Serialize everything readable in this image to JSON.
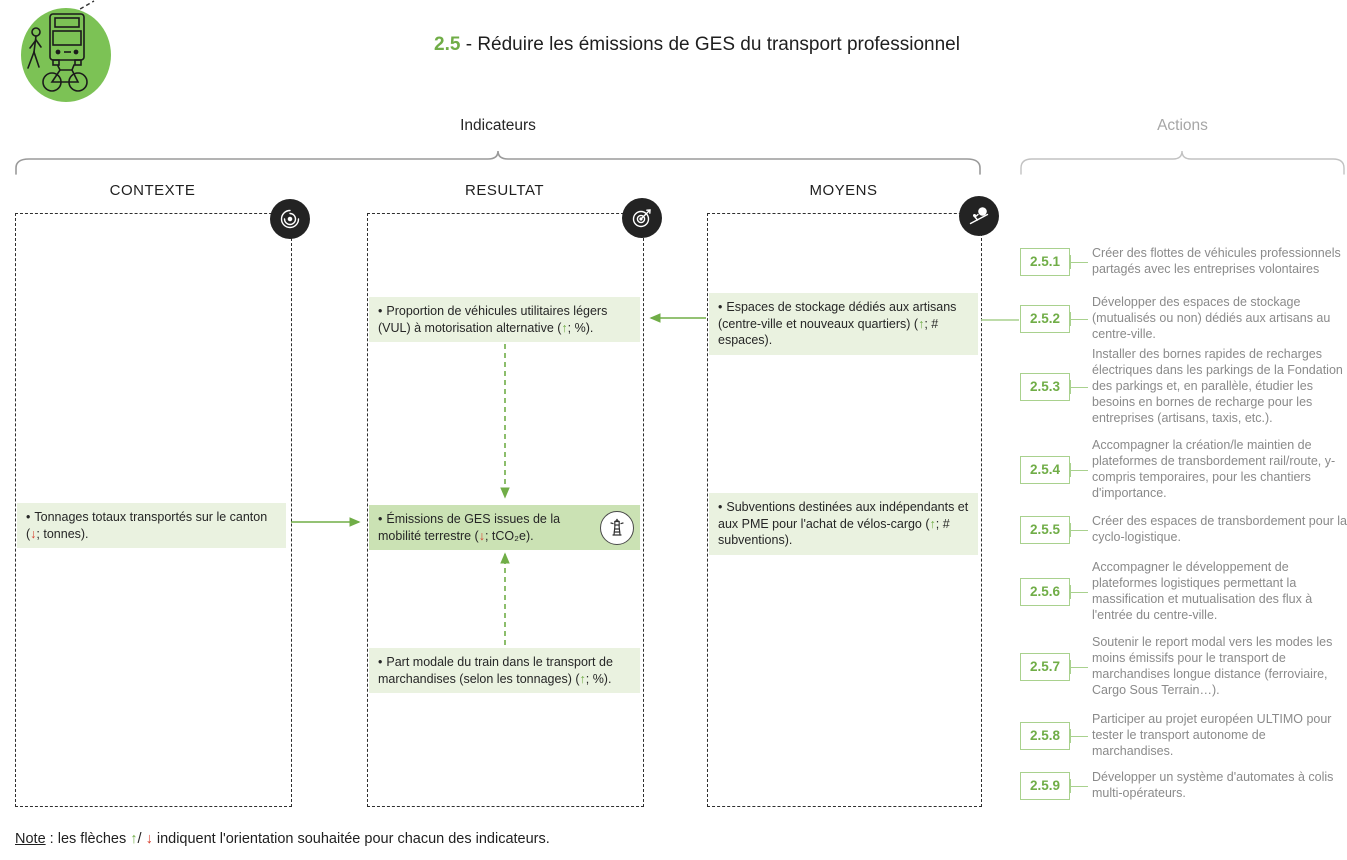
{
  "header": {
    "badge": "2.5",
    "dash": " - ",
    "title": "Réduire les émissions de GES du transport professionnel"
  },
  "groups": {
    "indicators": "Indicateurs",
    "actions": "Actions"
  },
  "columns": [
    {
      "key": "contexte",
      "label": "CONTEXTE",
      "icon": "radar-icon"
    },
    {
      "key": "resultat",
      "label": "RESULTAT",
      "icon": "target-icon"
    },
    {
      "key": "moyens",
      "label": "MOYENS",
      "icon": "effort-icon"
    }
  ],
  "indicators": {
    "contexte": [
      {
        "bullet": "•",
        "pre": "Tonnages totaux transportés sur le canton (",
        "glyph": "↓",
        "dir": "down",
        "post": "; tonnes)."
      }
    ],
    "resultat": [
      {
        "bullet": "•",
        "pre": "Proportion de véhicules utilitaires légers (VUL) à motorisation alternative (",
        "glyph": "↑",
        "dir": "up",
        "post": "; %)."
      },
      {
        "bullet": "•",
        "pre": "Émissions de GES issues de la mobilité terrestre (",
        "glyph": "↓",
        "dir": "down",
        "post": "; tCO₂e).",
        "flagship_icon": "lighthouse-icon"
      },
      {
        "bullet": "•",
        "pre": "Part modale du train dans le transport de marchandises (selon les tonnages) (",
        "glyph": "↑",
        "dir": "up",
        "post": "; %)."
      }
    ],
    "moyens": [
      {
        "bullet": "•",
        "pre": "Espaces de stockage dédiés aux artisans (centre-ville et nouveaux quartiers) (",
        "glyph": "↑",
        "dir": "up",
        "post": "; # espaces)."
      },
      {
        "bullet": "•",
        "pre": "Subventions destinées aux indépendants et aux PME pour l'achat de vélos-cargo (",
        "glyph": "↑",
        "dir": "up",
        "post": "; # subventions)."
      }
    ]
  },
  "actions": [
    {
      "id": "2.5.1",
      "text": "Créer des flottes de véhicules professionnels partagés avec les entreprises volontaires"
    },
    {
      "id": "2.5.2",
      "text": "Développer des espaces de stockage (mutualisés ou non) dédiés aux artisans au centre-ville."
    },
    {
      "id": "2.5.3",
      "text": "Installer des bornes rapides de recharges électriques dans les parkings de la Fondation des parkings et, en parallèle, étudier les besoins en bornes de recharge pour les entreprises (artisans, taxis, etc.)."
    },
    {
      "id": "2.5.4",
      "text": "Accompagner la création/le maintien de plateformes de transbordement rail/route, y-compris temporaires, pour les chantiers d'importance."
    },
    {
      "id": "2.5.5",
      "text": "Créer des espaces de transbordement pour la cyclo-logistique."
    },
    {
      "id": "2.5.6",
      "text": "Accompagner le développement de plateformes logistiques permettant la massification et mutualisation des flux à l'entrée du centre-ville."
    },
    {
      "id": "2.5.7",
      "text": "Soutenir le report modal vers les modes les moins émissifs pour le transport de marchandises longue distance (ferroviaire, Cargo Sous Terrain…)."
    },
    {
      "id": "2.5.8",
      "text": "Participer au projet européen ULTIMO pour tester le transport autonome de marchandises."
    },
    {
      "id": "2.5.9",
      "text": "Développer un système d'automates à colis multi-opérateurs."
    }
  ],
  "note": {
    "label": "Note",
    "mid": " : les flèches ",
    "up": "↑",
    "slash": "/ ",
    "down": "↓",
    "end": " indiquent l'orientation souhaitée pour chacun des indicateurs."
  },
  "colors": {
    "accent_green": "#70ad47",
    "light_green_border": "#a9d18e",
    "indicator_bg": "#eaf2e0",
    "flagship_bg": "#cbe2b4",
    "arrow_red": "#d8402f",
    "action_text_gray": "#8a8a8a"
  }
}
